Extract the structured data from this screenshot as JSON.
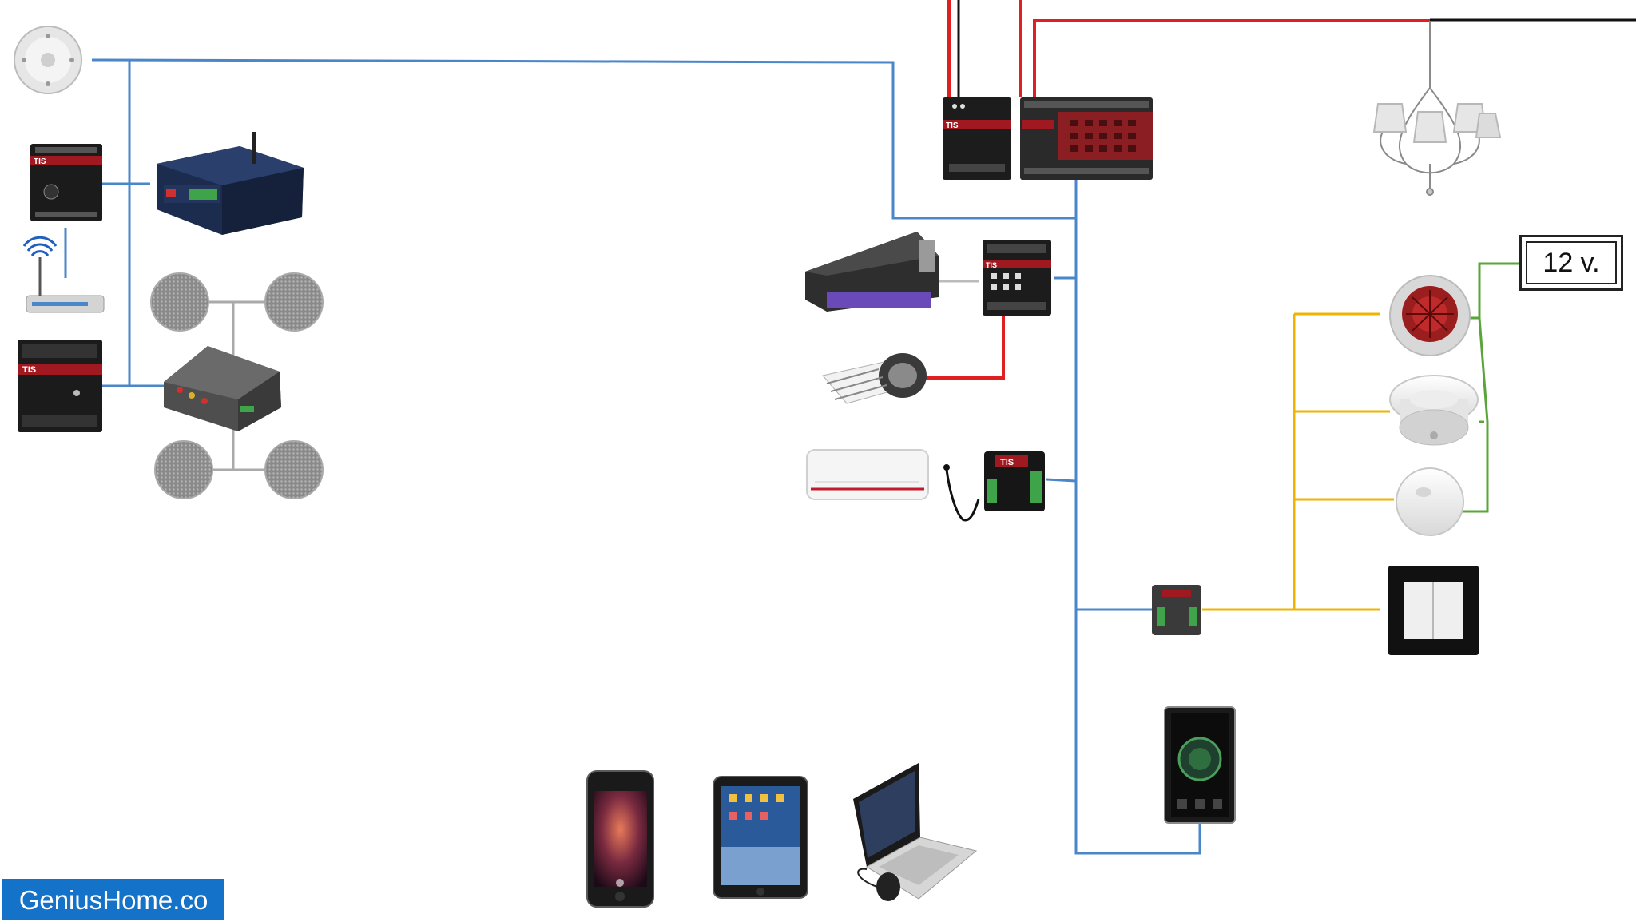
{
  "diagram": {
    "voltage_label": "12 v.",
    "brand_label": "GeniusHome.co",
    "device_logo": "TIS",
    "wire_colors": {
      "bus": "#4a86c8",
      "power": "#e02020",
      "neutral": "#111111",
      "sensor": "#f0b400",
      "supply": "#5aa53a",
      "audio": "#aaaaaa"
    }
  }
}
